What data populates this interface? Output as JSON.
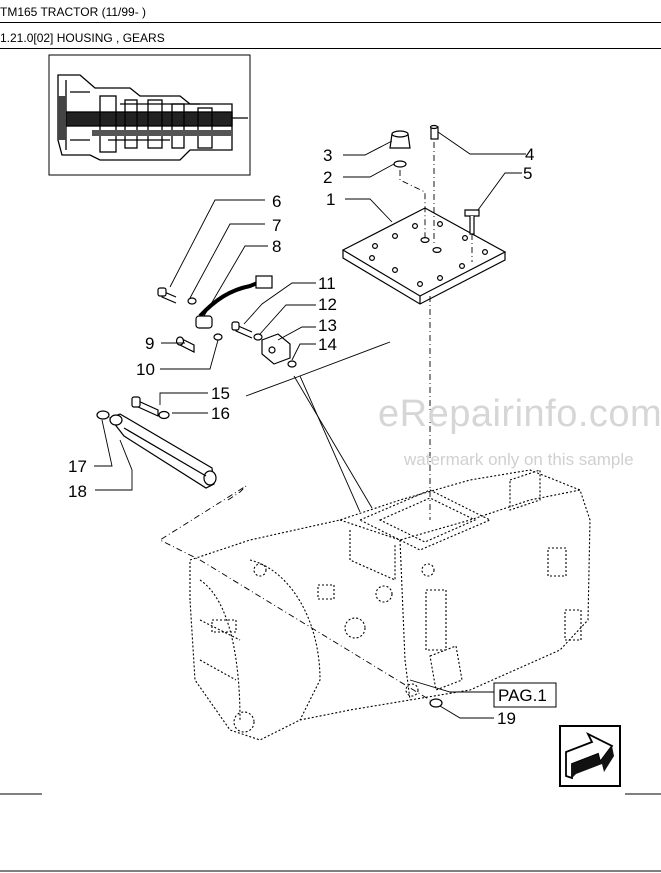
{
  "header": {
    "model": "TM165 TRACTOR (11/99- )",
    "section": "1.21.0[02] HOUSING , GEARS"
  },
  "callouts": [
    "1",
    "2",
    "3",
    "4",
    "5",
    "6",
    "7",
    "8",
    "9",
    "10",
    "11",
    "12",
    "13",
    "14",
    "15",
    "16",
    "17",
    "18",
    "19"
  ],
  "page_ref": "PAG.1",
  "watermark": {
    "main": "eRepairinfo.com",
    "sub": "watermark only on this sample"
  },
  "icons": [
    "next-page-arrow-icon"
  ]
}
